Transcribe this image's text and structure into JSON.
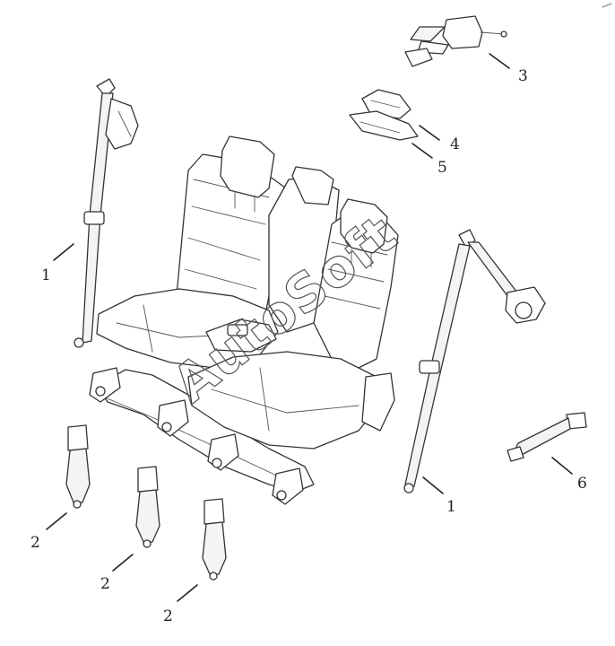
{
  "watermark": "AutoSoft",
  "callouts": [
    "1",
    "2",
    "3",
    "4",
    "5",
    "6"
  ],
  "colors": {
    "line": "#333333",
    "background": "#ffffff"
  }
}
